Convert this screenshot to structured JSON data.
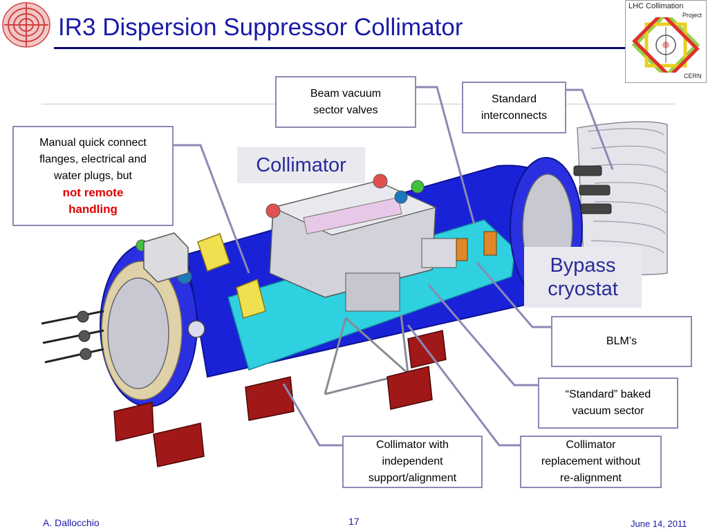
{
  "slide": {
    "title": "IR3 Dispersion Suppressor Collimator",
    "collimator_tag": "Collimator",
    "bypass_line1": "Bypass",
    "bypass_line2": "cryostat"
  },
  "logo": {
    "line1": "LHC Collimation",
    "line2": "Project",
    "line3": "CERN"
  },
  "callouts": {
    "beam_vacuum": [
      "Beam vacuum",
      "sector valves"
    ],
    "standard_interconnects": [
      "Standard",
      "interconnects"
    ],
    "manual": [
      "Manual quick connect",
      "flanges, electrical and",
      "water plugs, but"
    ],
    "manual_red1": "not  remote",
    "manual_red2": "handling",
    "blm": "BLM’s",
    "baked": [
      "“Standard” baked",
      "vacuum sector"
    ],
    "support": [
      "Collimator with",
      "independent",
      "support/alignment"
    ],
    "replacement": [
      "Collimator",
      "replacement without",
      "re-alignment"
    ]
  },
  "footer": {
    "author": "A. Dallocchio",
    "page": "17",
    "date": "June 14, 2011"
  },
  "colors": {
    "title": "#1a1aa8",
    "cryostat_blue": "#1a22d8",
    "inner_cyan": "#2fd0e0",
    "support_red": "#a01818"
  }
}
